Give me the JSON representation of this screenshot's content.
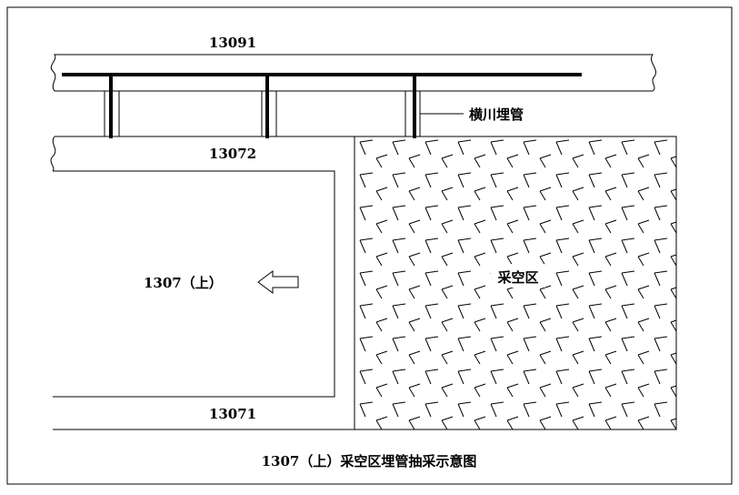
{
  "labels": {
    "top_roadway": "13091",
    "middle_roadway": "13072",
    "bottom_roadway": "13071",
    "working_face": "1307（上）",
    "pipe_label": "横川埋管",
    "goaf_label": "采空区",
    "caption": "1307（上）采空区埋管抽采示意图"
  },
  "icons": {
    "direction_arrow": "left-arrow-icon",
    "goaf_hatch": "goaf-hatch-pattern"
  },
  "colors": {
    "line": "#000000",
    "background": "#ffffff"
  }
}
